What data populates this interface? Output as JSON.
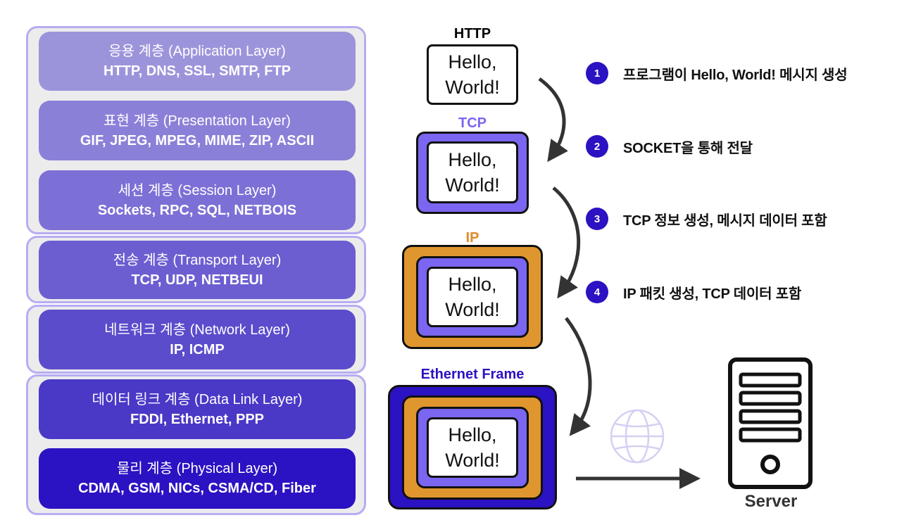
{
  "layers": [
    {
      "name": "응용 계층 (Application Layer)",
      "protocols": "HTTP, DNS, SSL, SMTP, FTP",
      "color": "#9c94db"
    },
    {
      "name": "표현 계층 (Presentation Layer)",
      "protocols": "GIF, JPEG, MPEG, MIME, ZIP, ASCII",
      "color": "#8b80d8"
    },
    {
      "name": "세션 계층 (Session Layer)",
      "protocols": "Sockets, RPC, SQL, NETBOIS",
      "color": "#7c70d6"
    },
    {
      "name": "전송 계층 (Transport Layer)",
      "protocols": "TCP, UDP, NETBEUI",
      "color": "#6c5ed1"
    },
    {
      "name": "네트워크 계층 (Network Layer)",
      "protocols": "IP, ICMP",
      "color": "#5b4ccc"
    },
    {
      "name": "데이터 링크 계층 (Data Link Layer)",
      "protocols": "FDDI, Ethernet, PPP",
      "color": "#4a38c7"
    },
    {
      "name": "물리 계층 (Physical Layer)",
      "protocols": "CDMA, GSM, NICs, CSMA/CD, Fiber",
      "color": "#2b12c2"
    }
  ],
  "packets": {
    "http": {
      "label": "HTTP",
      "color": "#000000"
    },
    "tcp": {
      "label": "TCP",
      "color": "#7a66f0"
    },
    "ip": {
      "label": "IP",
      "color": "#e0892b"
    },
    "ethernet": {
      "label": "Ethernet Frame",
      "color": "#2b12c2"
    }
  },
  "message": {
    "line1": "Hello,",
    "line2": "World!"
  },
  "steps": [
    {
      "num": "1",
      "text": "프로그램이 Hello, World! 메시지 생성"
    },
    {
      "num": "2",
      "text": "SOCKET을 통해 전달"
    },
    {
      "num": "3",
      "text": "TCP 정보 생성, 메시지 데이터 포함"
    },
    {
      "num": "4",
      "text": "IP 패킷 생성, TCP 데이터 포함"
    }
  ],
  "server": {
    "label": "Server"
  },
  "icons": {
    "globe": "globe-icon",
    "server": "server-icon"
  }
}
